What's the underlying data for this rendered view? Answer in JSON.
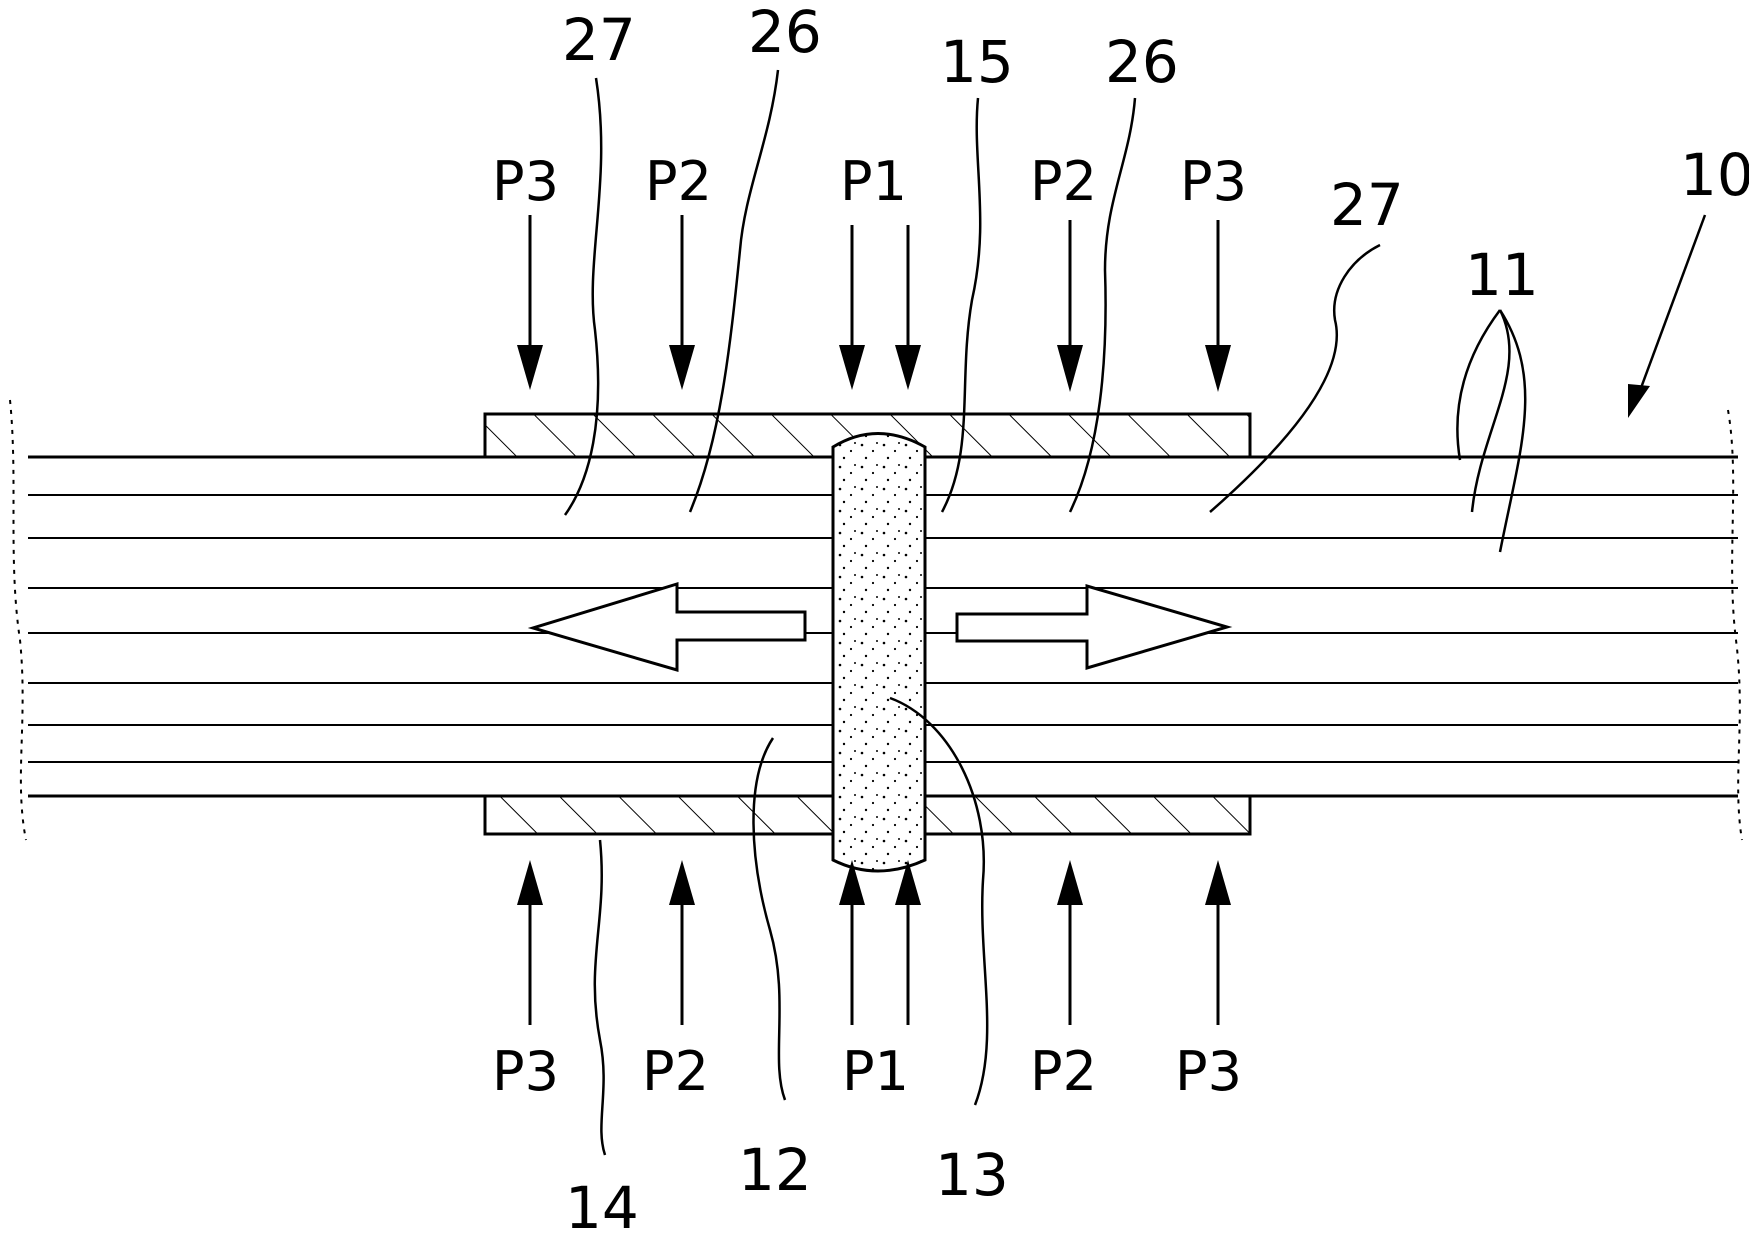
{
  "figure": {
    "refs": {
      "r27_left": "27",
      "r26_left": "26",
      "r15": "15",
      "r26_right": "26",
      "r27_right": "27",
      "r10": "10",
      "r11": "11",
      "r14": "14",
      "r12": "12",
      "r13": "13"
    },
    "pressure_top": [
      "P3",
      "P2",
      "P1",
      "P2",
      "P3"
    ],
    "pressure_bottom": [
      "P3",
      "P2",
      "P1",
      "P2",
      "P3"
    ]
  }
}
